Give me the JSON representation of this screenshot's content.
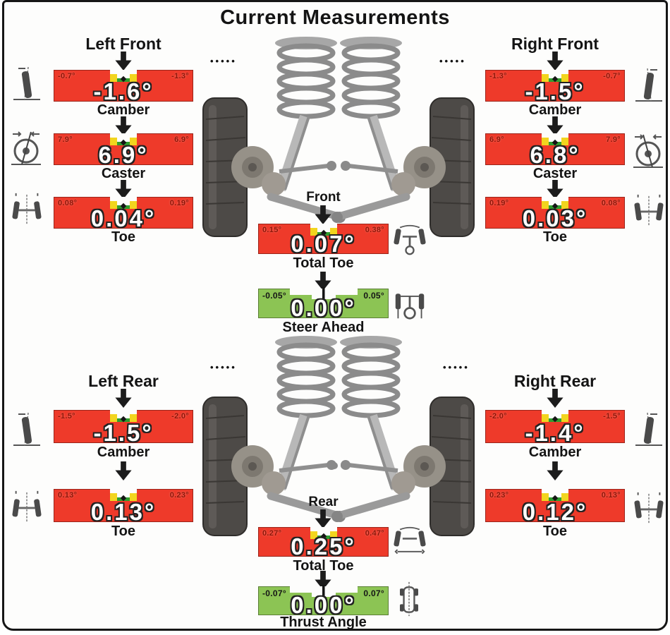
{
  "title": "Current Measurements",
  "decor": {
    "dots": "•••••"
  },
  "colors": {
    "out_of_spec_red": "#ee3a2a",
    "in_spec_green": "#8cc454",
    "limit_text_on_red": "#8e1507",
    "limit_text_on_green": "#151515",
    "value_text": "#ffffff"
  },
  "icons": {
    "camber": "camber-icon",
    "caster": "caster-icon",
    "toe": "toe-icon",
    "total_toe": "total-toe-icon",
    "steer_ahead": "steer-ahead-icon",
    "thrust_angle": "thrust-angle-icon",
    "arrow": "down-arrow-icon"
  },
  "panels": {
    "left_front": {
      "label": "Left Front",
      "camber": {
        "metric": "Camber",
        "value": "-1.6°",
        "left_limit": "-0.7°",
        "right_limit": "-1.3°",
        "status": "out-of-spec"
      },
      "caster": {
        "metric": "Caster",
        "value": "6.9°",
        "left_limit": "7.9°",
        "right_limit": "6.9°",
        "status": "out-of-spec"
      },
      "toe": {
        "metric": "Toe",
        "value": "0.04°",
        "left_limit": "0.08°",
        "right_limit": "0.19°",
        "status": "out-of-spec"
      }
    },
    "right_front": {
      "label": "Right Front",
      "camber": {
        "metric": "Camber",
        "value": "-1.5°",
        "left_limit": "-1.3°",
        "right_limit": "-0.7°",
        "status": "out-of-spec"
      },
      "caster": {
        "metric": "Caster",
        "value": "6.8°",
        "left_limit": "6.9°",
        "right_limit": "7.9°",
        "status": "out-of-spec"
      },
      "toe": {
        "metric": "Toe",
        "value": "0.03°",
        "left_limit": "0.19°",
        "right_limit": "0.08°",
        "status": "out-of-spec"
      }
    },
    "front_center": {
      "label": "Front",
      "total_toe": {
        "metric": "Total Toe",
        "value": "0.07°",
        "left_limit": "0.15°",
        "right_limit": "0.38°",
        "status": "out-of-spec"
      },
      "steer_ahead": {
        "metric": "Steer Ahead",
        "value": "0.00°",
        "left_limit": "-0.05°",
        "right_limit": "0.05°",
        "status": "in-spec"
      }
    },
    "left_rear": {
      "label": "Left Rear",
      "camber": {
        "metric": "Camber",
        "value": "-1.5°",
        "left_limit": "-1.5°",
        "right_limit": "-2.0°",
        "status": "out-of-spec"
      },
      "toe": {
        "metric": "Toe",
        "value": "0.13°",
        "left_limit": "0.13°",
        "right_limit": "0.23°",
        "status": "out-of-spec"
      }
    },
    "right_rear": {
      "label": "Right Rear",
      "camber": {
        "metric": "Camber",
        "value": "-1.4°",
        "left_limit": "-2.0°",
        "right_limit": "-1.5°",
        "status": "out-of-spec"
      },
      "toe": {
        "metric": "Toe",
        "value": "0.12°",
        "left_limit": "0.23°",
        "right_limit": "0.13°",
        "status": "out-of-spec"
      }
    },
    "rear_center": {
      "label": "Rear",
      "total_toe": {
        "metric": "Total Toe",
        "value": "0.25°",
        "left_limit": "0.27°",
        "right_limit": "0.47°",
        "status": "out-of-spec"
      },
      "thrust_angle": {
        "metric": "Thrust Angle",
        "value": "0.00°",
        "left_limit": "-0.07°",
        "right_limit": "0.07°",
        "status": "in-spec"
      }
    }
  }
}
